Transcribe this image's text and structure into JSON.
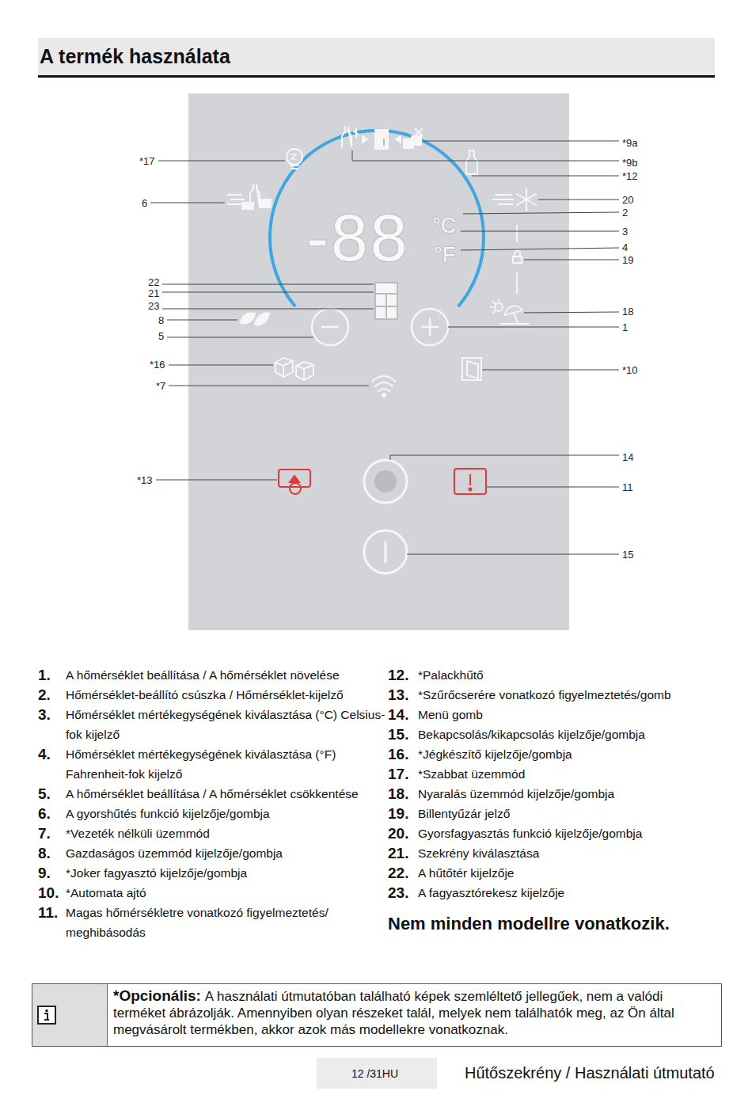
{
  "diagram": {
    "title": "A termék használata",
    "nodes": [
      {
        "text": [
          "*Opcionális:",
          "A használati útmutatóban található képek szemléltető jellegűek, nem a valódi terméket ábrázolják. Amennyiben olyan részeket talál, melyek nem találhatók meg, az Ön által megvásárolt termékben, akkor azok más modellekre vonatkoznak."
        ]
      },
      {
        "text": [
          "12 /31HU"
        ]
      }
    ],
    "labels": [
      "*9a",
      "*9b",
      "*12",
      "20",
      "2",
      "3",
      "4",
      "19",
      "18",
      "1",
      "*10",
      "14",
      "11",
      "15",
      "*17",
      "6",
      "22",
      "21",
      "23",
      "8",
      "5",
      "*16",
      "*7",
      "*13",
      "-88",
      "°C",
      "°F",
      "1.",
      "A hőmérséklet beállítása / A hőmérséklet növelése",
      "2.",
      "Hőmérséklet-beállító csúszka / Hőmérséklet-kijelző",
      "3.",
      "Hőmérséklet mértékegységének kiválasztása (°C) Celsius-fok kijelző",
      "4.",
      "Hőmérséklet mértékegységének kiválasztása (°F) Fahrenheit-fok kijelző",
      "5.",
      "A hőmérséklet beállítása / A hőmérséklet csökkentése",
      "6.",
      "A gyorshűtés funkció kijelzője/gombja",
      "7.",
      "*Vezeték nélküli üzemmód",
      "8.",
      "Gazdaságos üzemmód kijelzője/gombja",
      "9.",
      "*Joker fagyasztó kijelzője/gombja",
      "10.",
      "*Automata ajtó",
      "11.",
      "Magas hőmérsékletre vonatkozó figyelmeztetés/ meghibásodás",
      "12.",
      "*Palackhűtő",
      "13.",
      "*Szűrőcserére vonatkozó figyelmeztetés/gomb",
      "14.",
      "Menü gomb",
      "15.",
      "Bekapcsolás/kikapcsolás kijelzője/gombja",
      "16.",
      "*Jégkészítő kijelzője/gombja",
      "17.",
      "*Szabbat üzemmód",
      "18.",
      "Nyaralás üzemmód kijelzője/gombja",
      "19.",
      "Billentyűzár jelző",
      "20.",
      "Gyorsfagyasztás funkció kijelzője/gombja",
      "21.",
      "Szekrény kiválasztása",
      "22.",
      "A hűtőtér kijelzője",
      "23.",
      "A fagyasztórekesz kijelzője",
      "Nem minden modellre vonatkozik.",
      "Hűtőszekrény / Használati útmutató"
    ]
  }
}
